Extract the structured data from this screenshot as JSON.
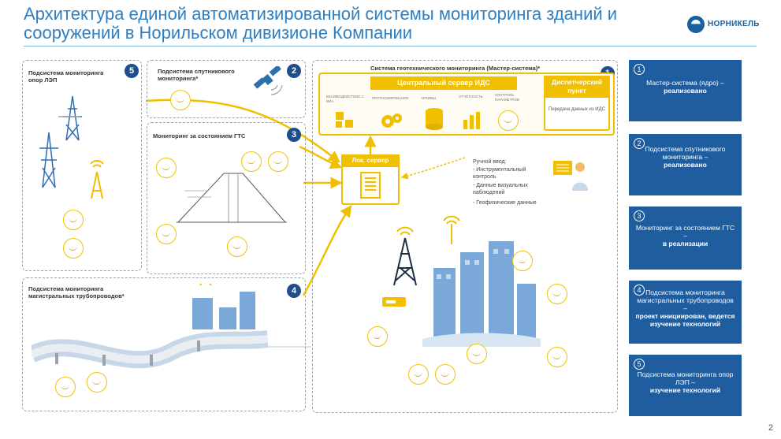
{
  "title": "Архитектура единой автоматизированной системы мониторинга зданий и сооружений в Норильском дивизионе Компании",
  "logo": {
    "name": "НОРНИКЕЛЬ"
  },
  "page_number": "2",
  "colors": {
    "accent_blue": "#2e7fc2",
    "dark_blue": "#1f4e8c",
    "legend_blue": "#1f5d9e",
    "yellow": "#f0c000",
    "dashed_border": "#9aa3ac"
  },
  "subsystems": {
    "s5": {
      "number": "5",
      "title": "Подсистема мониторинга опор ЛЭП"
    },
    "s2": {
      "number": "2",
      "title": "Подсистема спутникового мониторинга*"
    },
    "s3": {
      "number": "3",
      "title": "Мониторинг за состоянием ГТС"
    },
    "s4": {
      "number": "4",
      "title": "Подсистема мониторинга магистральных трубопроводов*"
    },
    "s1": {
      "number": "1",
      "title": "Система геотехнического мониторинга (Мастер-система)*"
    }
  },
  "central_server": {
    "title": "Центральный сервер ИДС",
    "modules": [
      "ВЗАИМОДЕЙСТВИЕ С ВИА",
      "ПРОГНОЗИРОВАНИЕ",
      "АРХИВЫ",
      "ОТЧЁТНОСТЬ",
      "КОНТРОЛЬ ПАРАМЕТРОВ"
    ]
  },
  "dispatcher": {
    "title": "Диспетчерский пункт",
    "text": "Передача данных из ИДС"
  },
  "local_server": {
    "title": "Лок. сервер"
  },
  "manual_input": {
    "heading": "Ручной ввод:",
    "items": [
      "- Инструментальный контроль",
      "- Данные визуальных наблюдений",
      "- Геофизические данные"
    ]
  },
  "legend": [
    {
      "number": "1",
      "text": "Мастер-система (ядро) –",
      "status": "реализовано"
    },
    {
      "number": "2",
      "text": "Подсистема спутникового мониторинга –",
      "status": "реализовано"
    },
    {
      "number": "3",
      "text": "Мониторинг за состоянием ГТС –",
      "status": "в реализации"
    },
    {
      "number": "4",
      "text": "Подсистема мониторинга магистральных трубопроводов –",
      "status": "проект инициирован, ведется изучение технологий"
    },
    {
      "number": "5",
      "text": "Подсистема мониторинга опор ЛЭП –",
      "status": "изучение технологий"
    }
  ]
}
